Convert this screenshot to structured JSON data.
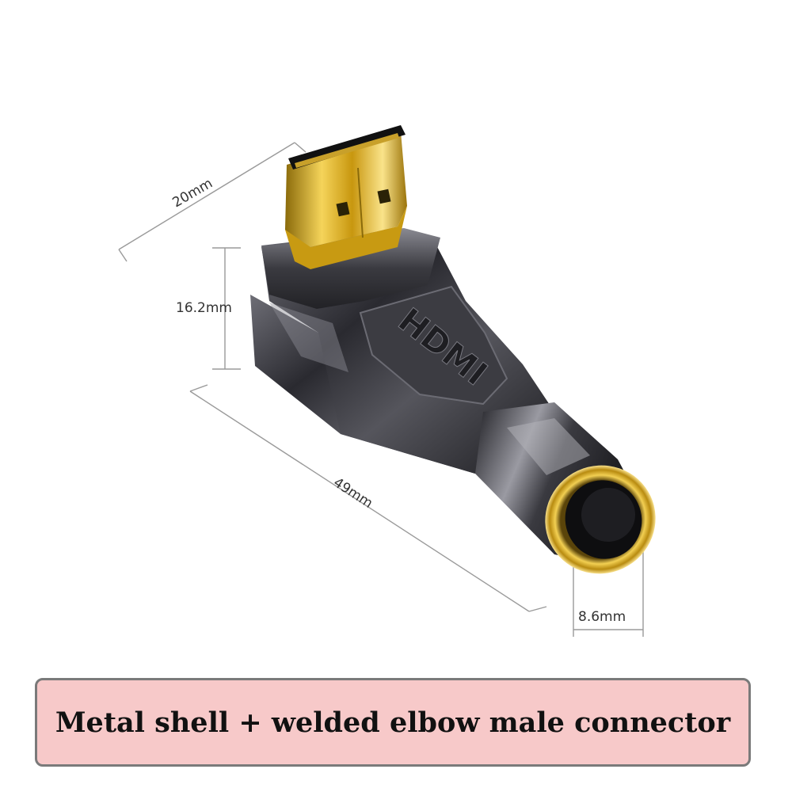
{
  "dimensions": {
    "width_label": "20mm",
    "height_label": "16.2mm",
    "length_label": "49mm",
    "diameter_label": "8.6mm"
  },
  "product": {
    "logo_text": "HDMI",
    "description": "Angled (elbow) HDMI male connector with gunmetal metal shell and gold-plated plug and cable ring"
  },
  "caption": {
    "text": "Metal shell + welded elbow male connector",
    "background": "#f7c9c9"
  },
  "colors": {
    "shell": "#2e2e33",
    "gold": "#d4a514",
    "dimension_line": "#9a9a9a"
  }
}
